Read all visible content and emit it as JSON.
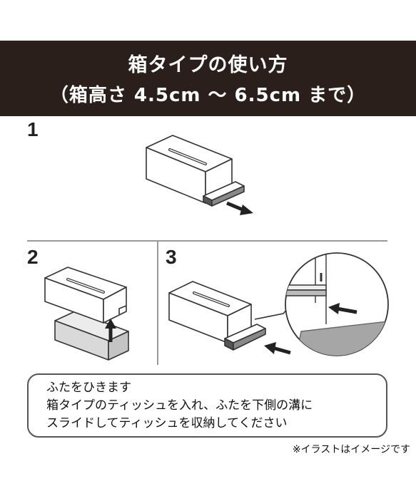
{
  "header": {
    "title": "箱タイプの使い方",
    "subtitle": "（箱高さ 4.5cm 〜 6.5cm まで）"
  },
  "steps": [
    {
      "number": "1"
    },
    {
      "number": "2"
    },
    {
      "number": "3"
    }
  ],
  "instructions": {
    "line1": "ふたをひきます",
    "line2": "箱タイプのティッシュを入れ、ふたを下側の溝に",
    "line3": "スライドしてティッシュを収納してください"
  },
  "note": "※イラストはイメージです",
  "colors": {
    "header_bg": "#2a1f1b",
    "gray_box": "#d9d9d9",
    "floor": "#a6a6a6"
  }
}
